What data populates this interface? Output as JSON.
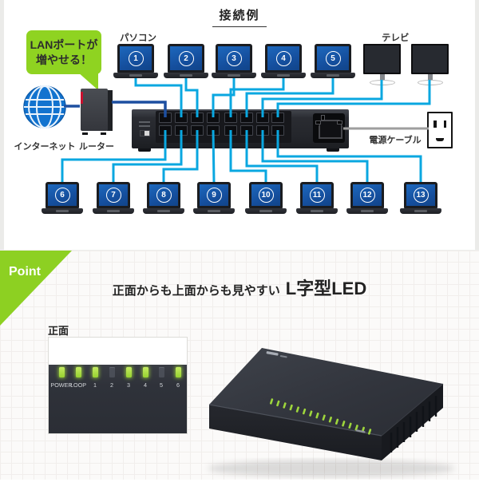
{
  "section1": {
    "title": "接続例",
    "bubble": {
      "line1": "LANポートが",
      "line2": "増やせる！"
    },
    "labels": {
      "pc": "パソコン",
      "tv": "テレビ",
      "internet": "インターネット",
      "router": "ルーター",
      "power_cable": "電源ケーブル"
    },
    "top_laptops": [
      "1",
      "2",
      "3",
      "4",
      "5"
    ],
    "tv_count": 2,
    "bottom_laptops": [
      "6",
      "7",
      "8",
      "9",
      "10",
      "11",
      "12",
      "13"
    ]
  },
  "section2": {
    "point_label": "Point",
    "heading_small": "正面からも上面からも見やすい",
    "heading_large": "L字型LED",
    "front_label": "正面",
    "led_labels": [
      "POWER",
      "LOOP",
      "1",
      "2",
      "3",
      "4",
      "5",
      "6"
    ],
    "led_states": [
      true,
      true,
      true,
      false,
      true,
      true,
      false,
      true
    ]
  },
  "colors": {
    "accent_green": "#8fd321",
    "cable_cyan": "#0aa7e0",
    "cable_dark_blue": "#1d4fa0",
    "cable_gray": "#9e9e9e",
    "led_green": "#9ed63c",
    "screen_blue": "#1a5aa8"
  }
}
